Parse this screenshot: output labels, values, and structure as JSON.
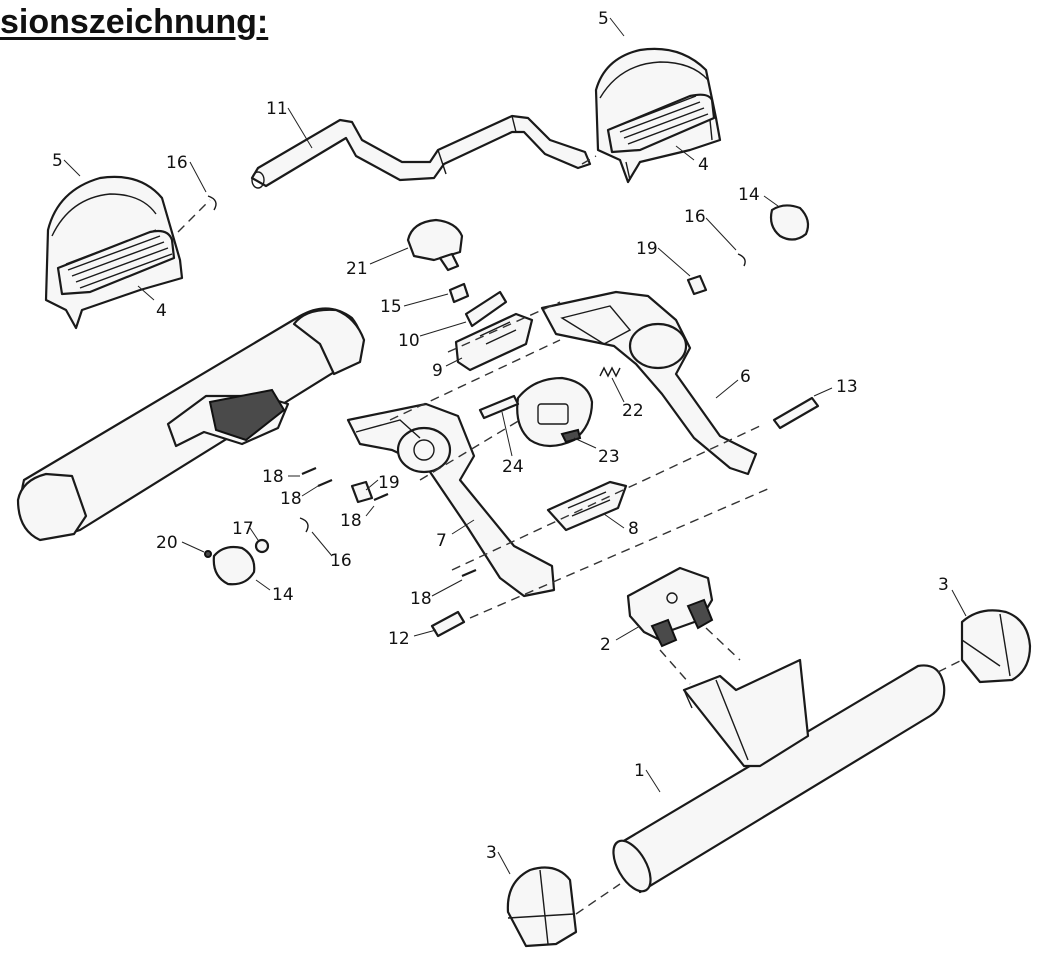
{
  "title": "sionszeichnung:",
  "callouts": [
    {
      "id": "c1",
      "text": "1"
    },
    {
      "id": "c2",
      "text": "2"
    },
    {
      "id": "c3a",
      "text": "3"
    },
    {
      "id": "c3b",
      "text": "3"
    },
    {
      "id": "c4a",
      "text": "4"
    },
    {
      "id": "c4b",
      "text": "4"
    },
    {
      "id": "c5a",
      "text": "5"
    },
    {
      "id": "c5b",
      "text": "5"
    },
    {
      "id": "c6",
      "text": "6"
    },
    {
      "id": "c7",
      "text": "7"
    },
    {
      "id": "c8",
      "text": "8"
    },
    {
      "id": "c9",
      "text": "9"
    },
    {
      "id": "c10",
      "text": "10"
    },
    {
      "id": "c11",
      "text": "11"
    },
    {
      "id": "c12",
      "text": "12"
    },
    {
      "id": "c13",
      "text": "13"
    },
    {
      "id": "c14a",
      "text": "14"
    },
    {
      "id": "c14b",
      "text": "14"
    },
    {
      "id": "c15",
      "text": "15"
    },
    {
      "id": "c16a",
      "text": "16"
    },
    {
      "id": "c16b",
      "text": "16"
    },
    {
      "id": "c16c",
      "text": "16"
    },
    {
      "id": "c17",
      "text": "17"
    },
    {
      "id": "c18a",
      "text": "18"
    },
    {
      "id": "c18b",
      "text": "18"
    },
    {
      "id": "c18c",
      "text": "18"
    },
    {
      "id": "c18d",
      "text": "18"
    },
    {
      "id": "c19a",
      "text": "19"
    },
    {
      "id": "c19b",
      "text": "19"
    },
    {
      "id": "c20",
      "text": "20"
    },
    {
      "id": "c21",
      "text": "21"
    },
    {
      "id": "c22",
      "text": "22"
    },
    {
      "id": "c23",
      "text": "23"
    },
    {
      "id": "c24",
      "text": "24"
    }
  ]
}
